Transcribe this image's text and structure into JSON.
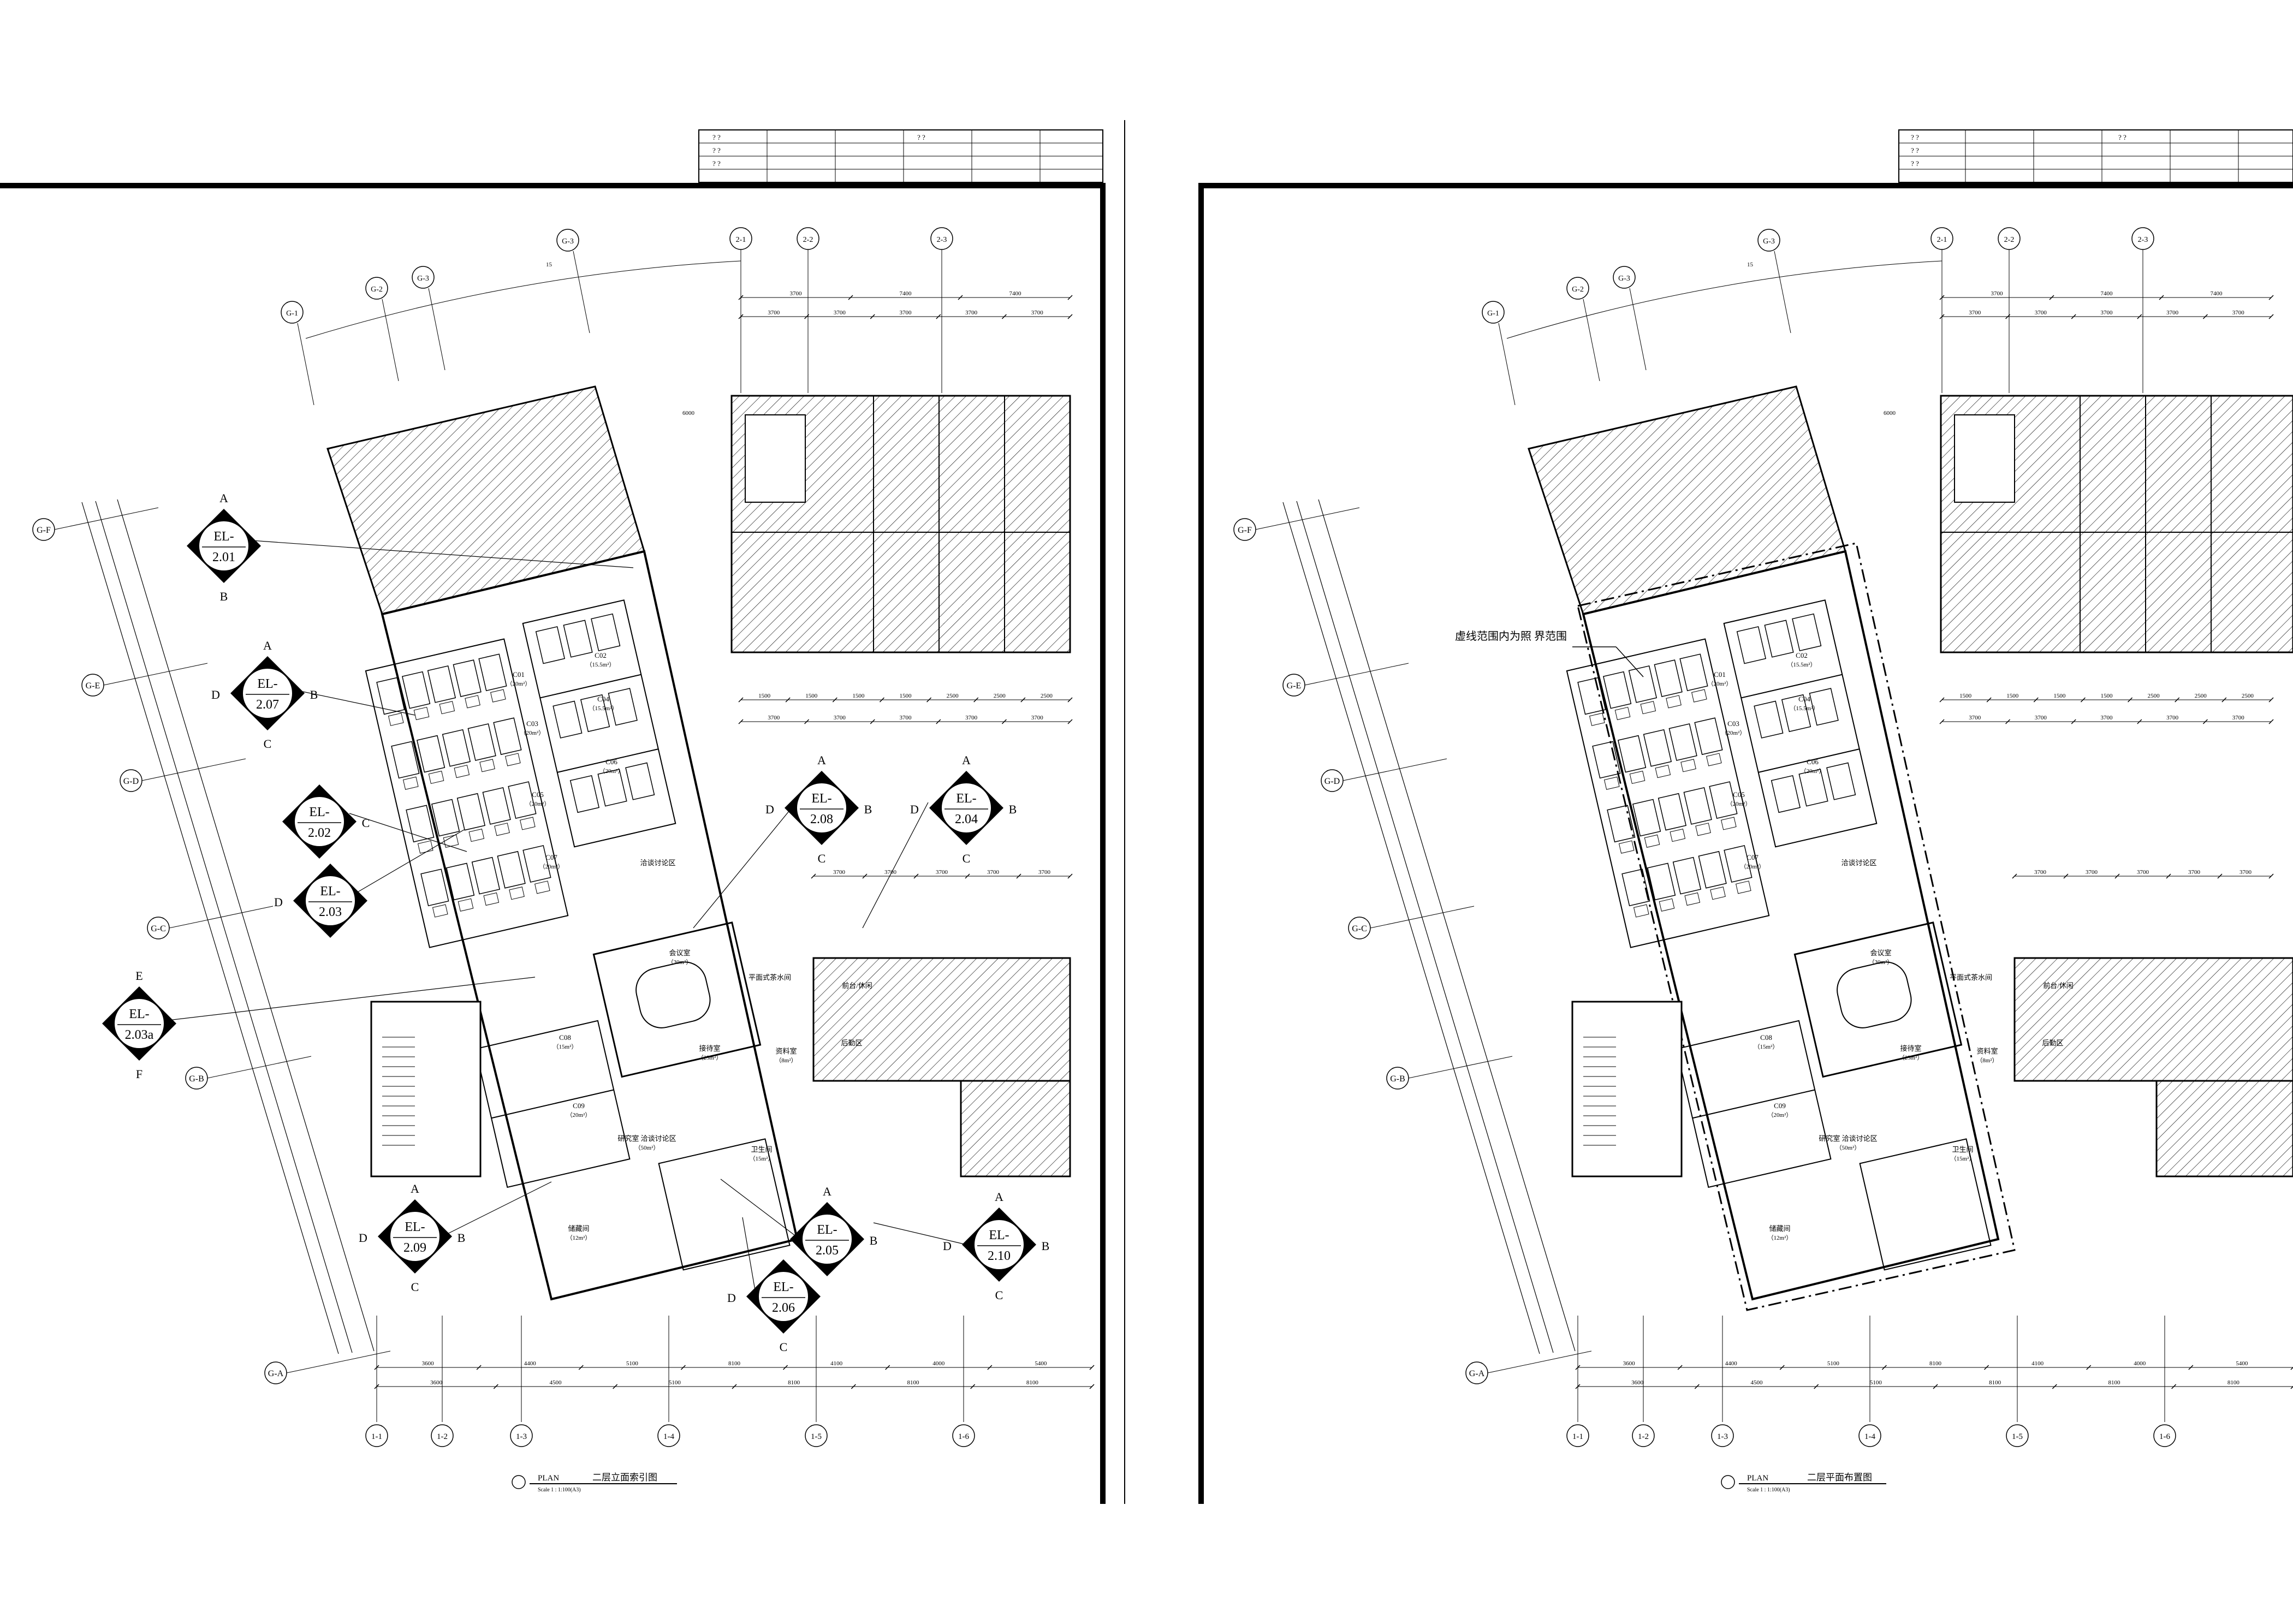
{
  "sheets": [
    {
      "id": "left",
      "caption": {
        "code": "PLAN",
        "title": "二层立面索引图",
        "scale": "Scale 1 : 1:100(A3)"
      },
      "callouts": [
        {
          "label": "EL-",
          "num": "2.01",
          "top": "A",
          "bottom": "B",
          "left": "",
          "right": ""
        },
        {
          "label": "EL-",
          "num": "2.07",
          "top": "A",
          "bottom": "C",
          "left": "D",
          "right": "B"
        },
        {
          "label": "EL-",
          "num": "2.02",
          "top": "",
          "bottom": "",
          "left": "",
          "right": "C"
        },
        {
          "label": "EL-",
          "num": "2.03",
          "top": "",
          "bottom": "",
          "left": "D",
          "right": ""
        },
        {
          "label": "EL-",
          "num": "2.03a",
          "top": "E",
          "bottom": "F",
          "left": "",
          "right": ""
        },
        {
          "label": "EL-",
          "num": "2.08",
          "top": "A",
          "bottom": "C",
          "left": "D",
          "right": "B"
        },
        {
          "label": "EL-",
          "num": "2.04",
          "top": "A",
          "bottom": "C",
          "left": "D",
          "right": "B"
        },
        {
          "label": "EL-",
          "num": "2.09",
          "top": "A",
          "bottom": "C",
          "left": "D",
          "right": "B"
        },
        {
          "label": "EL-",
          "num": "2.05",
          "top": "A",
          "bottom": "",
          "left": "",
          "right": "B"
        },
        {
          "label": "EL-",
          "num": "2.06",
          "top": "",
          "bottom": "C",
          "left": "D",
          "right": ""
        },
        {
          "label": "EL-",
          "num": "2.10",
          "top": "A",
          "bottom": "C",
          "left": "D",
          "right": "B"
        }
      ]
    },
    {
      "id": "right",
      "caption": {
        "code": "PLAN",
        "title": "二层平面布置图",
        "scale": "Scale 1 : 1:100(A3)"
      },
      "note": "虚线范围内为照 界范围"
    }
  ],
  "grid": {
    "letters": [
      "G-F",
      "G-E",
      "G-D",
      "G-C",
      "G-B",
      "G-A"
    ],
    "numbers": [
      "1-1",
      "1-2",
      "1-3",
      "1-4",
      "1-5",
      "1-6"
    ],
    "top_a": [
      "G-1",
      "G-2",
      "G-3"
    ],
    "top_b": [
      "2-1",
      "2-2",
      "2-3"
    ]
  },
  "title_block": {
    "mark": "? ?"
  },
  "dims": {
    "bottom_row1": [
      "3600",
      "4400",
      "5100",
      "8100",
      "4100",
      "4000",
      "5400"
    ],
    "bottom_row2": [
      "3600",
      "4500",
      "5100",
      "8100",
      "8100",
      "8100"
    ],
    "top_right_row1": [
      "3700",
      "7400",
      "7400"
    ],
    "top_right_row2": [
      "3700",
      "3700",
      "3700",
      "3700",
      "3700"
    ],
    "mid_right_row": [
      "1500",
      "1500",
      "1500",
      "1500",
      "2500",
      "2500",
      "2500"
    ],
    "door_dim": "6000",
    "arc_label": "15"
  },
  "rooms": [
    {
      "label": "C02",
      "sub": "（15.5m²）"
    },
    {
      "label": "C04",
      "sub": "（15.5m²）"
    },
    {
      "label": "C06",
      "sub": "（20m²）"
    },
    {
      "label": "C01",
      "sub": "（20m²）"
    },
    {
      "label": "C03",
      "sub": "（20m²）"
    },
    {
      "label": "C05",
      "sub": "（20m²）"
    },
    {
      "label": "C07",
      "sub": "（20m²）"
    },
    {
      "label": "C08",
      "sub": "（15m²）"
    },
    {
      "label": "C09",
      "sub": "（20m²）"
    },
    {
      "label": "洽谈讨论区",
      "sub": ""
    },
    {
      "label": "会议室",
      "sub": "（30m²）"
    },
    {
      "label": "平面式茶水间",
      "sub": ""
    },
    {
      "label": "接待室",
      "sub": "（25m²）"
    },
    {
      "label": "资料室",
      "sub": "（8m²）"
    },
    {
      "label": "研究室 洽谈讨论区",
      "sub": "（50m²）"
    },
    {
      "label": "卫生间",
      "sub": "（15m²）"
    },
    {
      "label": "前台/休闲",
      "sub": ""
    },
    {
      "label": "后勤区",
      "sub": ""
    },
    {
      "label": "储藏间",
      "sub": "（12m²）"
    }
  ]
}
